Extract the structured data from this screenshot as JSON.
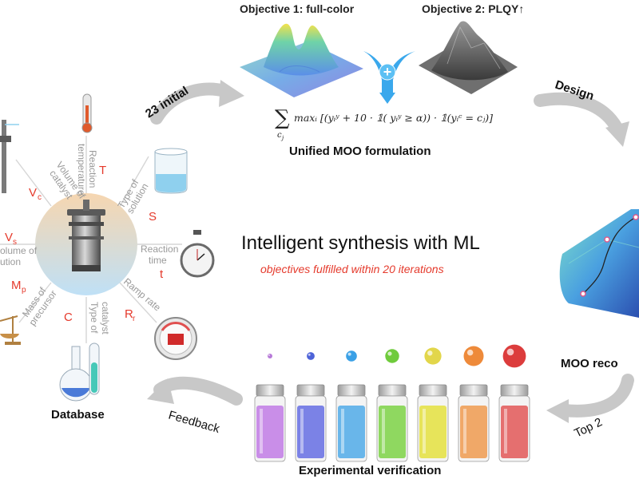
{
  "objectives": {
    "obj1_title": "Objective 1: full-color",
    "obj2_title": "Objective 2: PLQY↑",
    "plus_symbol": "+"
  },
  "formulation": {
    "sum_symbol": "∑",
    "sum_index": "c",
    "sum_index_sub": "j",
    "expression": "maxᵢ [(yᵢʸ + 10 · 𝟙( yᵢʸ ≥ α)) · 𝟙(yᵢᶜ = cⱼ)]",
    "title": "Unified MOO formulation"
  },
  "arrows": {
    "initial": "23 initial",
    "design": "Design",
    "top2": "Top 2",
    "feedback": "Feedback"
  },
  "center": {
    "title": "Intelligent synthesis with ML",
    "subtitle": "objectives fulfilled within 20 iterations"
  },
  "moo_reco": "MOO reco",
  "database": {
    "title": "Database",
    "params": [
      {
        "symbol": "T",
        "label1": "Reaction",
        "label2": "temperature"
      },
      {
        "symbol": "S",
        "label1": "Type of",
        "label2": "solution"
      },
      {
        "symbol": "t",
        "label1": "Reaction",
        "label2": "time"
      },
      {
        "symbol": "R",
        "symbol_sub": "r",
        "label1": "Ramp rate",
        "label2": ""
      },
      {
        "symbol": "C",
        "label1": "Type of",
        "label2": "catalyst"
      },
      {
        "symbol": "M",
        "symbol_sub": "p",
        "label1": "Mass of",
        "label2": "precursor"
      },
      {
        "symbol": "V",
        "symbol_sub": "s",
        "label1": "olume of",
        "label2": "ution"
      },
      {
        "symbol": "V",
        "symbol_sub": "c",
        "label1": "Volume of",
        "label2": "catalyst"
      }
    ]
  },
  "verification": {
    "title": "Experimental verification",
    "vial_colors": [
      "#c98ee8",
      "#7b82e6",
      "#69b6ea",
      "#8fd860",
      "#e7e45a",
      "#f0a868",
      "#e56f6f"
    ],
    "drop_colors": [
      "#b77ad8",
      "#4d63d8",
      "#3aa0e6",
      "#6fcb3c",
      "#e2d64a",
      "#ee8a3a",
      "#dc3c3c"
    ]
  },
  "colors": {
    "accent_red": "#e53a2c",
    "arrow_gray": "#c8c8c8",
    "label_gray": "#9a9a9a"
  }
}
